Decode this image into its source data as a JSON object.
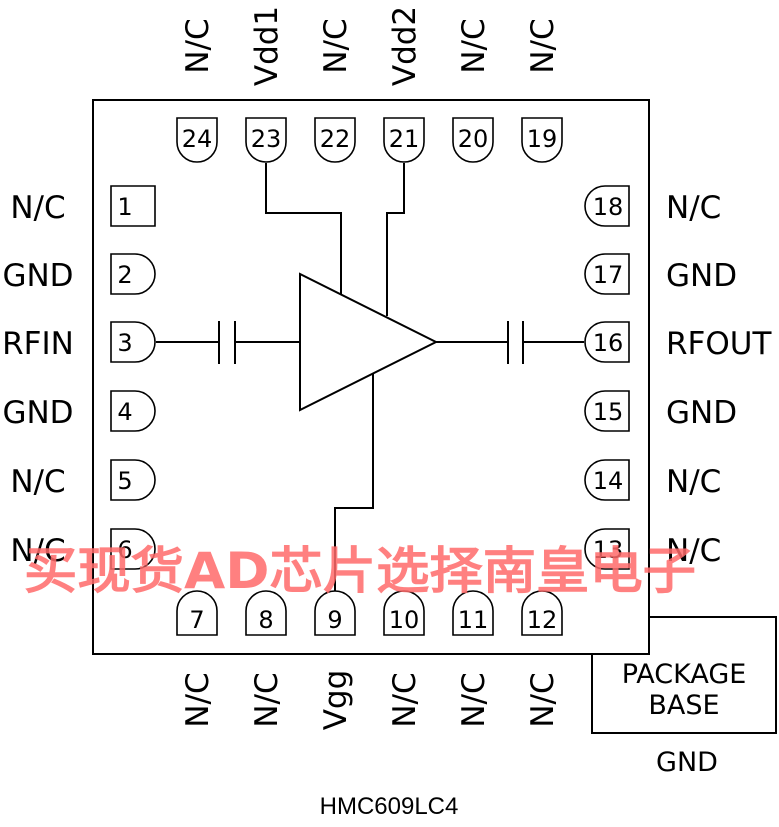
{
  "part_number": "HMC609LC4",
  "package_base": {
    "label_line1": "PACKAGE",
    "label_line2": "BASE",
    "connection": "GND"
  },
  "watermark": "买现货AD芯片选择南皇电子",
  "pins": {
    "left": [
      {
        "number": "1",
        "function": "N/C",
        "shape": "square"
      },
      {
        "number": "2",
        "function": "GND",
        "shape": "rounded"
      },
      {
        "number": "3",
        "function": "RFIN",
        "shape": "rounded"
      },
      {
        "number": "4",
        "function": "GND",
        "shape": "rounded"
      },
      {
        "number": "5",
        "function": "N/C",
        "shape": "rounded"
      },
      {
        "number": "6",
        "function": "N/C",
        "shape": "rounded"
      }
    ],
    "bottom": [
      {
        "number": "7",
        "function": "N/C"
      },
      {
        "number": "8",
        "function": "N/C"
      },
      {
        "number": "9",
        "function": "Vgg"
      },
      {
        "number": "10",
        "function": "N/C"
      },
      {
        "number": "11",
        "function": "N/C"
      },
      {
        "number": "12",
        "function": "N/C"
      }
    ],
    "right": [
      {
        "number": "13",
        "function": "N/C"
      },
      {
        "number": "14",
        "function": "N/C"
      },
      {
        "number": "15",
        "function": "GND"
      },
      {
        "number": "16",
        "function": "RFOUT"
      },
      {
        "number": "17",
        "function": "GND"
      },
      {
        "number": "18",
        "function": "N/C"
      }
    ],
    "top": [
      {
        "number": "19",
        "function": "N/C"
      },
      {
        "number": "20",
        "function": "N/C"
      },
      {
        "number": "21",
        "function": "Vdd2"
      },
      {
        "number": "22",
        "function": "N/C"
      },
      {
        "number": "23",
        "function": "Vdd1"
      },
      {
        "number": "24",
        "function": "N/C"
      }
    ]
  },
  "circuit": {
    "amplifier": "amplifier-triangle",
    "input_coupling": "dc-block-capacitor",
    "output_coupling": "dc-block-capacitor"
  }
}
